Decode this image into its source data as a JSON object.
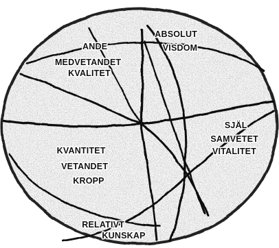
{
  "diagram": {
    "regions": [
      {
        "id": "upper-left",
        "lines": [
          "ANDE",
          "MEDVETANDET",
          "KVALITET"
        ]
      },
      {
        "id": "top-right",
        "lines": [
          "ABSOLUT",
          "VISDOM"
        ]
      },
      {
        "id": "right",
        "lines": [
          "SJÄL",
          "SAMVETET",
          "VITALITET"
        ]
      },
      {
        "id": "lower-left",
        "lines": [
          "KVANTITET",
          "VETANDET",
          "KROPP"
        ]
      },
      {
        "id": "bottom",
        "lines": [
          "RELATIVT",
          "KUNSKAP"
        ]
      }
    ],
    "colors": {
      "ink": "#111111",
      "shading": "#8a8a8a",
      "background": "#ffffff"
    }
  }
}
